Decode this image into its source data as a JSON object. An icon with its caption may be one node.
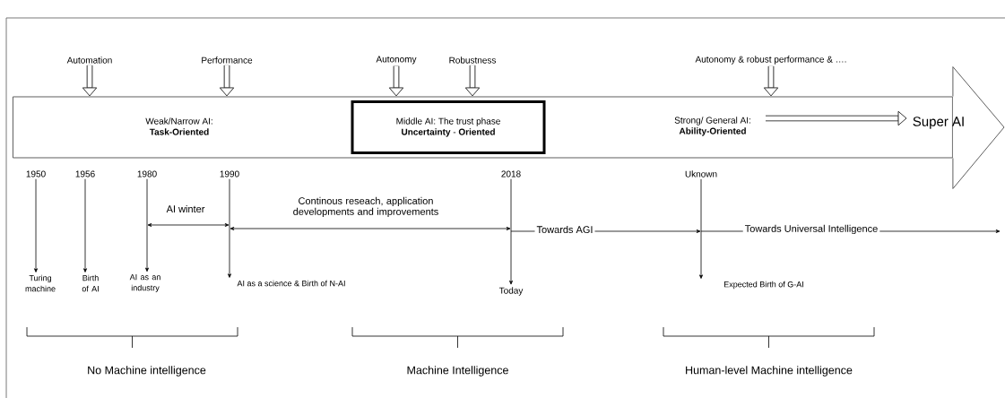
{
  "diagram": {
    "nodes": [
      {
        "text": [],
        "shape": "arrow"
      },
      {
        "text": [
          "Weak/Narrow AI:",
          "Task-Oriented"
        ],
        "in": 0
      },
      {
        "text": [
          "Middle  AI: The trust phase",
          "**Uncertainty** - **Oriented**"
        ],
        "in": 0
      },
      {
        "text": [
          "Strong/ General AI:",
          "Ability-Oriented"
        ],
        "in": 0
      },
      {
        "text": [
          "Super AI"
        ],
        "in": 0
      },
      {
        "text": [
          "Automation"
        ]
      },
      {
        "text": [
          "Performance"
        ]
      },
      {
        "text": [
          "Autonomy"
        ]
      },
      {
        "text": [
          "Robustness"
        ]
      },
      {
        "text": [
          "Autonomy & robust performance & …."
        ]
      },
      {
        "text": [
          "1950"
        ]
      },
      {
        "text": [
          "1956"
        ]
      },
      {
        "text": [
          "1980"
        ]
      },
      {
        "text": [
          "1990"
        ]
      },
      {
        "text": [
          "2018"
        ]
      },
      {
        "text": [
          "Uknown"
        ]
      },
      {
        "text": [
          "Turing machine"
        ]
      },
      {
        "text": [
          "Birth of AI"
        ]
      },
      {
        "text": [
          "AI as an industry"
        ]
      },
      {
        "text": [
          "AI as a science & Birth of N-AI"
        ]
      },
      {
        "text": [
          "Today"
        ]
      },
      {
        "text": [
          "Expected Birth of G-AI"
        ]
      }
    ],
    "edges": [
      {
        "from": 5,
        "to": 0,
        "arrow": "to",
        "style": "thick"
      },
      {
        "from": 6,
        "to": 0,
        "arrow": "to",
        "style": "thick"
      },
      {
        "from": 7,
        "to": 0,
        "arrow": "to",
        "style": "thick"
      },
      {
        "from": 8,
        "to": 0,
        "arrow": "to",
        "style": "thick"
      },
      {
        "from": 9,
        "to": 0,
        "arrow": "to",
        "style": "thick"
      },
      {
        "from": 3,
        "to": 4,
        "arrow": "to",
        "style": "thick"
      },
      {
        "from": 10,
        "to": 16,
        "arrow": "to"
      },
      {
        "from": 11,
        "to": 17,
        "arrow": "to"
      },
      {
        "from": 12,
        "to": 18,
        "arrow": "to"
      },
      {
        "from": 13,
        "to": 19,
        "arrow": "to"
      },
      {
        "from": 14,
        "to": 20,
        "arrow": "to"
      },
      {
        "from": 15,
        "to": 21,
        "arrow": "to"
      },
      {
        "from": 12,
        "to": 13,
        "arrow": "both",
        "label": "AI winter"
      },
      {
        "from": 13,
        "to": 14,
        "arrow": "both",
        "label": "Continous reseach, application developments and improvements"
      },
      {
        "from": 14,
        "to": 15,
        "arrow": "to",
        "label": "Towards AGI"
      },
      {
        "from": 15,
        "to": null,
        "arrow": "to",
        "label": "Towards Universal Intelligence"
      }
    ],
    "labels": [
      "No Machine intelligence",
      "Machine Intelligence",
      "Human-level Machine intelligence"
    ]
  }
}
